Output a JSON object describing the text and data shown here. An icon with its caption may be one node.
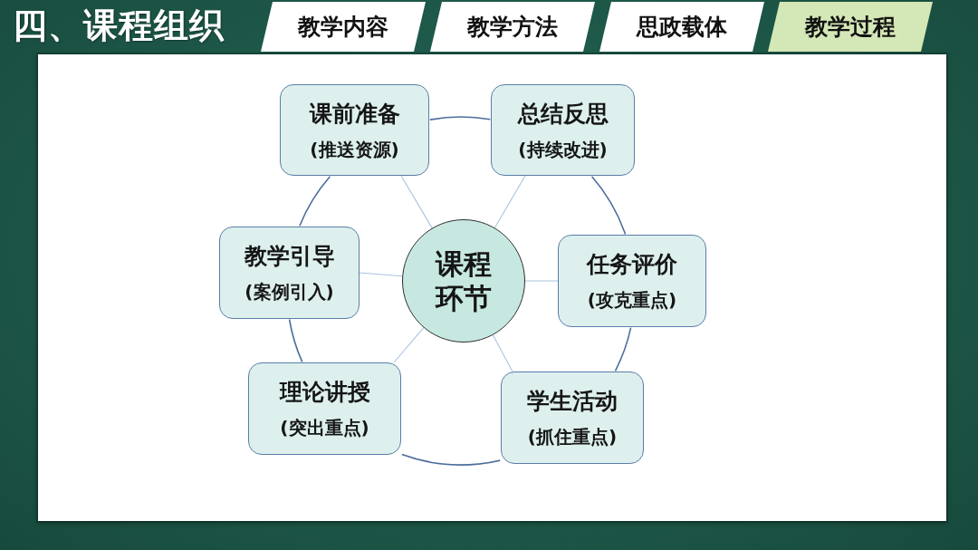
{
  "diagram": {
    "title": "四、课程组织",
    "nodes": [
      {
        "text": [
          "教学内容"
        ]
      },
      {
        "text": [
          "教学方法"
        ]
      },
      {
        "text": [
          "思政载体"
        ]
      },
      {
        "text": [
          "教学过程"
        ]
      },
      {
        "text": [
          "课前准备",
          "(推送资源)"
        ]
      },
      {
        "text": [
          "总结反思",
          "(持续改进)"
        ]
      },
      {
        "text": [
          "教学引导",
          "(案例引入)"
        ]
      },
      {
        "text": [
          "课程环节"
        ]
      },
      {
        "text": [
          "任务评价",
          "(攻克重点)"
        ]
      },
      {
        "text": [
          "理论讲授",
          "(突出重点)"
        ]
      },
      {
        "text": [
          "学生活动",
          "(抓住重点)"
        ]
      }
    ],
    "edges": [
      {
        "from": 4,
        "to": 5,
        "arrow": "none"
      },
      {
        "from": 5,
        "to": 8,
        "arrow": "none"
      },
      {
        "from": 8,
        "to": 10,
        "arrow": "none"
      },
      {
        "from": 10,
        "to": 9,
        "arrow": "none"
      },
      {
        "from": 9,
        "to": 6,
        "arrow": "none"
      },
      {
        "from": 6,
        "to": 4,
        "arrow": "none"
      },
      {
        "from": 7,
        "to": 4,
        "arrow": "none",
        "color": "#a9c3e2"
      },
      {
        "from": 7,
        "to": 5,
        "arrow": "none",
        "color": "#a9c3e2"
      },
      {
        "from": 7,
        "to": 6,
        "arrow": "none",
        "color": "#a9c3e2"
      },
      {
        "from": 7,
        "to": 8,
        "arrow": "none",
        "color": "#a9c3e2"
      },
      {
        "from": 7,
        "to": 9,
        "arrow": "none",
        "color": "#a9c3e2"
      },
      {
        "from": 7,
        "to": 10,
        "arrow": "none",
        "color": "#a9c3e2"
      }
    ]
  }
}
